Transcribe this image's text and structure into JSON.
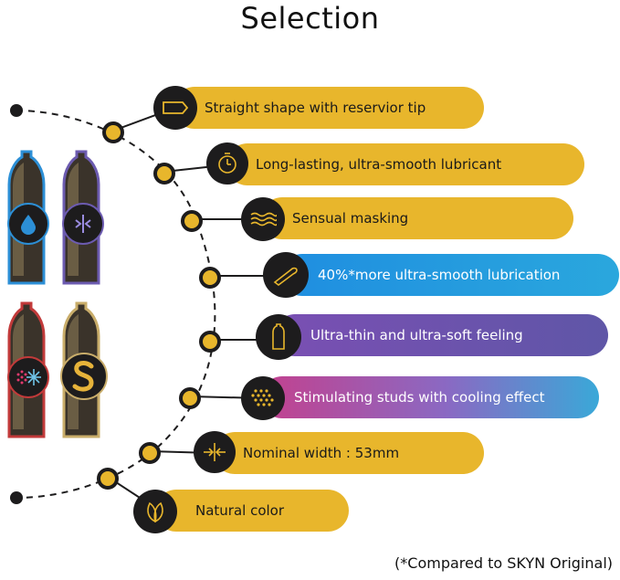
{
  "title": "Selection",
  "footnote": "(*Compared to SKYN Original)",
  "colors": {
    "gold": "#e8b62c",
    "blue_start": "#1f8ee0",
    "blue_end": "#2aa7dd",
    "purple_start": "#7a4fb3",
    "purple_end": "#5f56a7",
    "pink_start": "#c3418e",
    "pink_end": "#3aa8d8",
    "dark": "#1d1c1d"
  },
  "features": [
    {
      "label": "Straight shape with reservior tip",
      "icon": "straight-shape-icon"
    },
    {
      "label": "Long-lasting, ultra-smooth lubricant",
      "icon": "timer-drop-icon"
    },
    {
      "label": "Sensual masking",
      "icon": "waves-icon"
    },
    {
      "label": "40%*more ultra-smooth lubrication",
      "icon": "tilted-condom-icon"
    },
    {
      "label": "Ultra-thin and ultra-soft feeling",
      "icon": "condom-outline-icon"
    },
    {
      "label": "Stimulating studs with cooling effect",
      "icon": "studs-dots-icon"
    },
    {
      "label": "Nominal width : 53mm",
      "icon": "width-arrows-icon"
    },
    {
      "label": "Natural color",
      "icon": "leaves-icon"
    }
  ],
  "products": [
    {
      "icon": "water-drop-icon",
      "color": "#2c8fd6"
    },
    {
      "icon": "thin-arrows-icon",
      "color": "#6c5bb0"
    },
    {
      "icon": "snowflake-dots-icon",
      "color": "#c23a3a"
    },
    {
      "icon": "skyn-s-logo-icon",
      "color": "#c9ad6a"
    }
  ]
}
